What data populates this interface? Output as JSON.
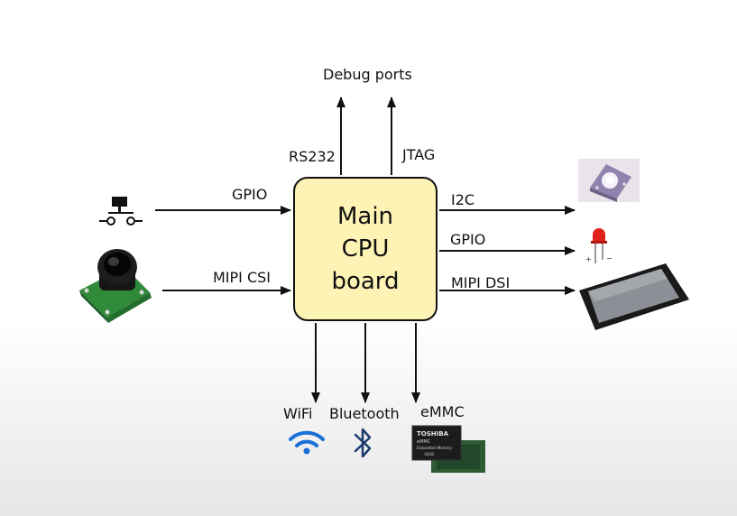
{
  "cpu_board": {
    "line1": "Main",
    "line2": "CPU",
    "line3": "board"
  },
  "debug_ports": {
    "title": "Debug ports",
    "left": "RS232",
    "right": "JTAG"
  },
  "inputs": {
    "button": "GPIO",
    "camera": "MIPI CSI"
  },
  "outputs": {
    "i2c": "I2C",
    "gpio": "GPIO",
    "display": "MIPI DSI"
  },
  "bottom": {
    "wifi": "WiFi",
    "bluetooth": "Bluetooth",
    "emmc": "eMMC"
  },
  "emmc_chip": {
    "brand": "TOSHIBA",
    "type": "eMMC",
    "desc": "Embedded Memory",
    "size": "16GB"
  },
  "icons": {
    "button": "push-button-switch-icon",
    "camera": "camera-module-icon",
    "sensor": "i2c-sensor-board-icon",
    "led": "red-led-icon",
    "display": "tablet-display-icon",
    "wifi": "wifi-icon",
    "bluetooth": "bluetooth-icon",
    "emmc": "emmc-chip-icon"
  },
  "colors": {
    "board_fill": "#fdf3b4",
    "wifi_blue": "#1a6fd6",
    "bluetooth_navy": "#1b3a6b",
    "led_red": "#e0201a"
  }
}
